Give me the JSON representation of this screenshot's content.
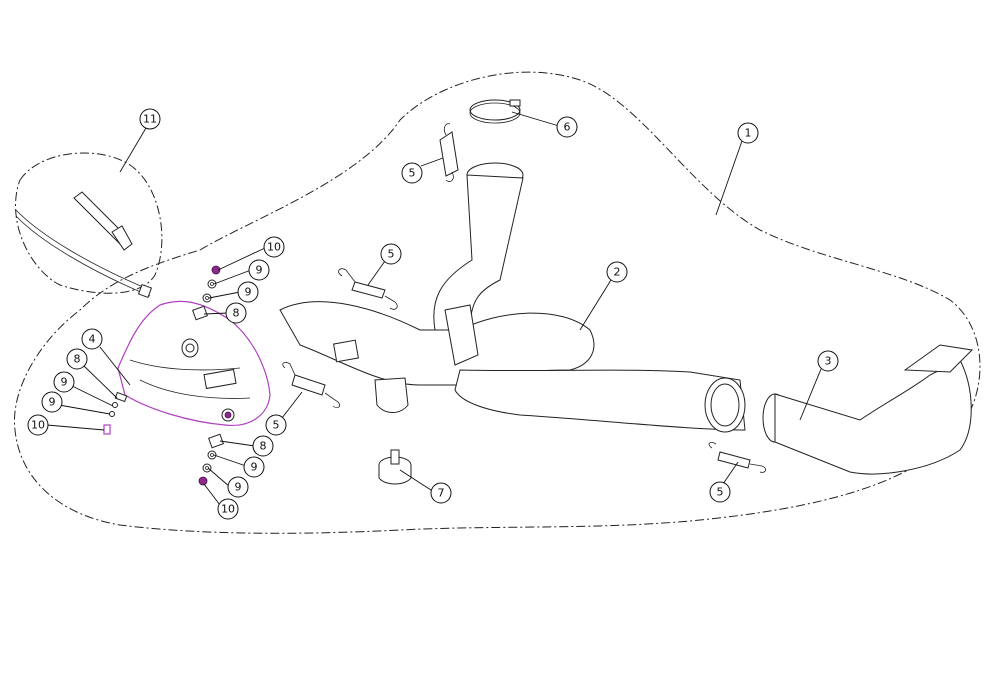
{
  "diagram": {
    "type": "exploded-parts-view",
    "callouts": [
      {
        "id": "c1",
        "label": "1"
      },
      {
        "id": "c2",
        "label": "2"
      },
      {
        "id": "c3",
        "label": "3"
      },
      {
        "id": "c4",
        "label": "4"
      },
      {
        "id": "c5a",
        "label": "5"
      },
      {
        "id": "c5b",
        "label": "5"
      },
      {
        "id": "c5c",
        "label": "5"
      },
      {
        "id": "c5d",
        "label": "5"
      },
      {
        "id": "c6",
        "label": "6"
      },
      {
        "id": "c7",
        "label": "7"
      },
      {
        "id": "c8a",
        "label": "8"
      },
      {
        "id": "c8b",
        "label": "8"
      },
      {
        "id": "c8c",
        "label": "8"
      },
      {
        "id": "c9a",
        "label": "9"
      },
      {
        "id": "c9b",
        "label": "9"
      },
      {
        "id": "c9c",
        "label": "9"
      },
      {
        "id": "c9d",
        "label": "9"
      },
      {
        "id": "c9e",
        "label": "9"
      },
      {
        "id": "c9f",
        "label": "9"
      },
      {
        "id": "c10a",
        "label": "10"
      },
      {
        "id": "c10b",
        "label": "10"
      },
      {
        "id": "c10c",
        "label": "10"
      },
      {
        "id": "c11",
        "label": "11"
      }
    ],
    "colors": {
      "line": "#222222",
      "highlight_outline": "#b040c0",
      "highlight_fill": "#8c2a8c"
    }
  }
}
